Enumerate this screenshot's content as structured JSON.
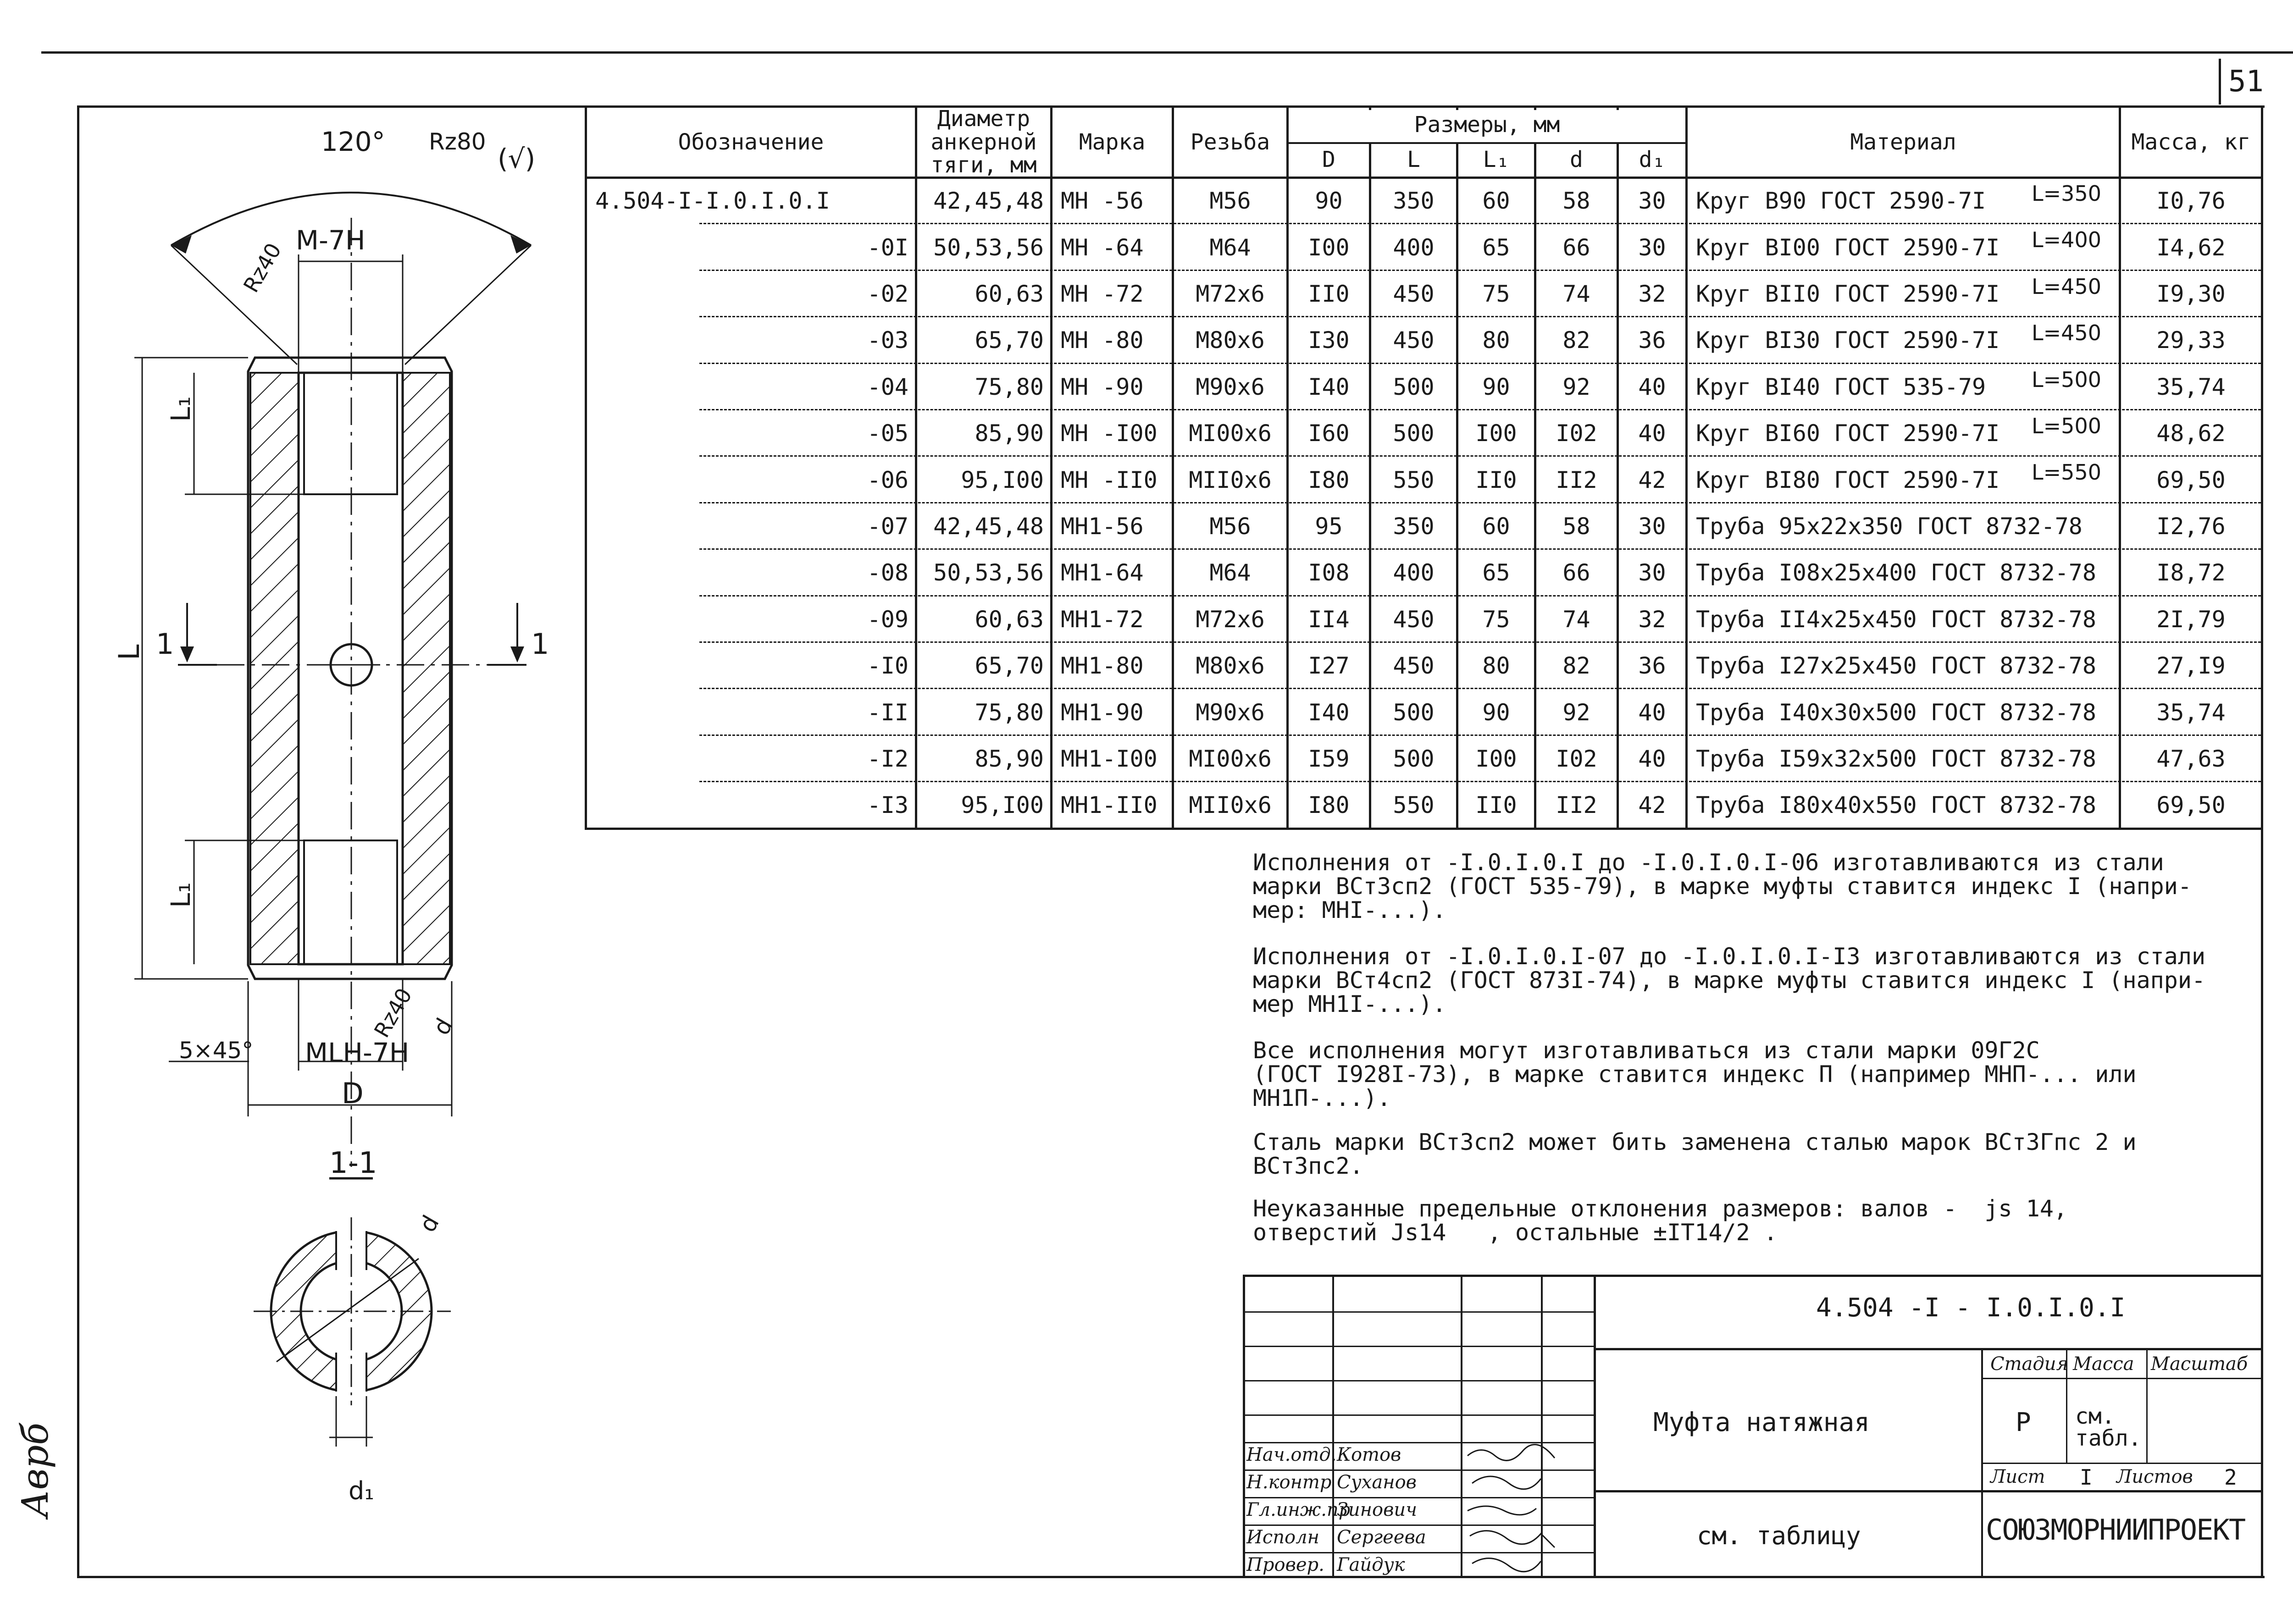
{
  "sheet": {
    "page_number": "51",
    "margin_note": "Аврб"
  },
  "drawing": {
    "angle_label": "120°",
    "roughness_top": "Rz80",
    "roughness_check": "(√)",
    "thread_top": "M-7H",
    "rz_top": "Rz40",
    "rz_bottom": "Rz40",
    "dim_L": "L",
    "dim_L1_top": "L₁",
    "dim_L1_bottom": "L₁",
    "chamfer": "5×45°",
    "thread_bottom": "MLH-7H",
    "dim_D": "D",
    "dim_d": "d",
    "section_mark_left": "1",
    "section_mark_right": "1",
    "section_title": "1-1",
    "section_d": "d",
    "section_d1": "d₁"
  },
  "table": {
    "headers": {
      "designation": "Обозначение",
      "diameter": "Диаметр анкерной тяги, мм",
      "mark": "Марка",
      "thread": "Резьба",
      "sizes": "Размеры, мм",
      "D": "D",
      "L": "L",
      "L1": "L₁",
      "d": "d",
      "d1": "d₁",
      "material": "Материал",
      "mass": "Масса, кг"
    },
    "rows": [
      {
        "des": "4.504-I-I.0.I.0.I",
        "dia": "42,45,48",
        "mark": "МН -56",
        "thr": "М56",
        "D": "90",
        "L": "350",
        "L1": "60",
        "d": "58",
        "d1": "30",
        "mat": "Круг В90 ГОСТ 2590-7I",
        "len": "L=350",
        "mass": "I0,76"
      },
      {
        "des": "-0I",
        "dia": "50,53,56",
        "mark": "МН -64",
        "thr": "М64",
        "D": "I00",
        "L": "400",
        "L1": "65",
        "d": "66",
        "d1": "30",
        "mat": "Круг BI00 ГОСТ 2590-7I",
        "len": "L=400",
        "mass": "I4,62"
      },
      {
        "des": "-02",
        "dia": "60,63",
        "mark": "МН -72",
        "thr": "М72х6",
        "D": "II0",
        "L": "450",
        "L1": "75",
        "d": "74",
        "d1": "32",
        "mat": "Круг BII0 ГОСТ 2590-7I",
        "len": "L=450",
        "mass": "I9,30"
      },
      {
        "des": "-03",
        "dia": "65,70",
        "mark": "МН -80",
        "thr": "М80х6",
        "D": "I30",
        "L": "450",
        "L1": "80",
        "d": "82",
        "d1": "36",
        "mat": "Круг BI30 ГОСТ 2590-7I",
        "len": "L=450",
        "mass": "29,33"
      },
      {
        "des": "-04",
        "dia": "75,80",
        "mark": "МН -90",
        "thr": "М90х6",
        "D": "I40",
        "L": "500",
        "L1": "90",
        "d": "92",
        "d1": "40",
        "mat": "Круг BI40 ГОСТ 535-79",
        "len": "L=500",
        "mass": "35,74"
      },
      {
        "des": "-05",
        "dia": "85,90",
        "mark": "МН -I00",
        "thr": "МI00х6",
        "D": "I60",
        "L": "500",
        "L1": "I00",
        "d": "I02",
        "d1": "40",
        "mat": "Круг BI60 ГОСТ 2590-7I",
        "len": "L=500",
        "mass": "48,62"
      },
      {
        "des": "-06",
        "dia": "95,I00",
        "mark": "МН -II0",
        "thr": "МII0х6",
        "D": "I80",
        "L": "550",
        "L1": "II0",
        "d": "II2",
        "d1": "42",
        "mat": "Круг BI80 ГОСТ 2590-7I",
        "len": "L=550",
        "mass": "69,50"
      },
      {
        "des": "-07",
        "dia": "42,45,48",
        "mark": "МН1-56",
        "thr": "М56",
        "D": "95",
        "L": "350",
        "L1": "60",
        "d": "58",
        "d1": "30",
        "mat": "Труба 95х22х350 ГОСТ 8732-78",
        "len": "",
        "mass": "I2,76"
      },
      {
        "des": "-08",
        "dia": "50,53,56",
        "mark": "МН1-64",
        "thr": "М64",
        "D": "I08",
        "L": "400",
        "L1": "65",
        "d": "66",
        "d1": "30",
        "mat": "Труба I08х25х400 ГОСТ 8732-78",
        "len": "",
        "mass": "I8,72"
      },
      {
        "des": "-09",
        "dia": "60,63",
        "mark": "МН1-72",
        "thr": "М72х6",
        "D": "II4",
        "L": "450",
        "L1": "75",
        "d": "74",
        "d1": "32",
        "mat": "Труба II4х25х450 ГОСТ 8732-78",
        "len": "",
        "mass": "2I,79"
      },
      {
        "des": "-I0",
        "dia": "65,70",
        "mark": "МН1-80",
        "thr": "М80х6",
        "D": "I27",
        "L": "450",
        "L1": "80",
        "d": "82",
        "d1": "36",
        "mat": "Труба I27х25х450 ГОСТ 8732-78",
        "len": "",
        "mass": "27,I9"
      },
      {
        "des": "-II",
        "dia": "75,80",
        "mark": "МН1-90",
        "thr": "М90х6",
        "D": "I40",
        "L": "500",
        "L1": "90",
        "d": "92",
        "d1": "40",
        "mat": "Труба I40х30х500 ГОСТ 8732-78",
        "len": "",
        "mass": "35,74"
      },
      {
        "des": "-I2",
        "dia": "85,90",
        "mark": "МН1-I00",
        "thr": "МI00х6",
        "D": "I59",
        "L": "500",
        "L1": "I00",
        "d": "I02",
        "d1": "40",
        "mat": "Труба I59х32х500 ГОСТ 8732-78",
        "len": "",
        "mass": "47,63"
      },
      {
        "des": "-I3",
        "dia": "95,I00",
        "mark": "МН1-II0",
        "thr": "МII0х6",
        "D": "I80",
        "L": "550",
        "L1": "II0",
        "d": "II2",
        "d1": "42",
        "mat": "Труба I80х40х550 ГОСТ 8732-78",
        "len": "",
        "mass": "69,50"
      }
    ]
  },
  "notes": [
    "Исполнения от -I.0.I.0.I до -I.0.I.0.I-06 изготавливаются из стали\nмарки ВСт3сп2 (ГОСТ 535-79), в марке муфты ставится индекс I (напри-\nмер: МНI-...).",
    "Исполнения от -I.0.I.0.I-07 до -I.0.I.0.I-I3 изготавливаются из стали\nмарки ВСт4сп2 (ГОСТ 873I-74), в марке муфты ставится индекс I (напри-\nмер МН1I-...).",
    "Все исполнения могут изготавливаться из стали марки 09Г2С\n(ГОСТ I928I-73), в марке ставится индекс П (например МНП-... или\nМН1П-...).",
    "Сталь марки ВСт3сп2 может бить заменена сталью марок ВСт3Гпс 2 и\nВСт3пс2.",
    "Неуказанные предельные отклонения размеров: валов -  js 14,\nотверстий Js14   , остальные ±IT14/2 ."
  ],
  "title_block": {
    "doc_code": "4.504 -I - I.0.I.0.I",
    "title": "Муфта натяжная",
    "material": "см. таблицу",
    "stage_label": "Стадия",
    "mass_label": "Масса",
    "scale_label": "Масштаб",
    "stage": "Р",
    "mass": "см. табл.",
    "sheet_label": "Лист",
    "sheet": "I",
    "sheets_label": "Листов",
    "sheets": "2",
    "org": "СОЮЗМОРНИИПРОЕКТ",
    "roles": [
      "Нач.отд.",
      "Н.контр",
      "Гл.инж.пр",
      "Исполн",
      "Провер."
    ],
    "names": [
      "Котов",
      "Суханов",
      "Зинович",
      "Сергеева",
      "Гайдук"
    ]
  }
}
